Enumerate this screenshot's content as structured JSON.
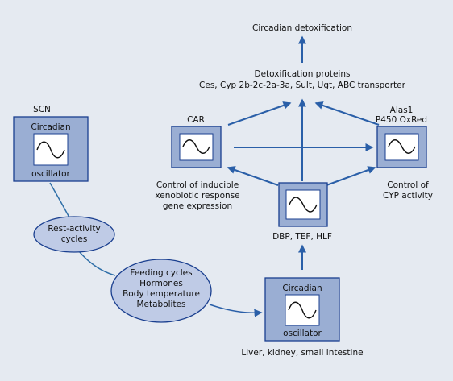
{
  "top": {
    "circadian_detox": "Circadian detoxification",
    "detox_proteins_title": "Detoxification proteins",
    "detox_proteins_list": "Ces, Cyp 2b-2c-2a-3a, Sult, Ugt, ABC transporter"
  },
  "scn": {
    "label": "SCN",
    "box_top": "Circadian",
    "box_bottom": "oscillator"
  },
  "car": {
    "label": "CAR",
    "caption": [
      "Control of inducible",
      "xenobiotic response",
      "gene expression"
    ]
  },
  "alas": {
    "label_1": "Alas1",
    "label_2": "P450 OxRed",
    "caption": [
      "Control of",
      "CYP activity"
    ]
  },
  "par": {
    "label": "DBP, TEF, HLF"
  },
  "ellipses": {
    "rest_activity": [
      "Rest-activity",
      "cycles"
    ],
    "signals": [
      "Feeding cycles",
      "Hormones",
      "Body temperature",
      "Metabolites"
    ]
  },
  "peripheral": {
    "box_top": "Circadian",
    "box_bottom": "oscillator",
    "caption": "Liver, kidney, small intestine"
  },
  "colors": {
    "background": "#e5eaf1",
    "box_fill": "#9aaed3",
    "ellipse_fill": "#bfcbe6",
    "stroke": "#1a3f8f",
    "arrow": "#2a5fa8",
    "connector": "#2f6fa8"
  }
}
